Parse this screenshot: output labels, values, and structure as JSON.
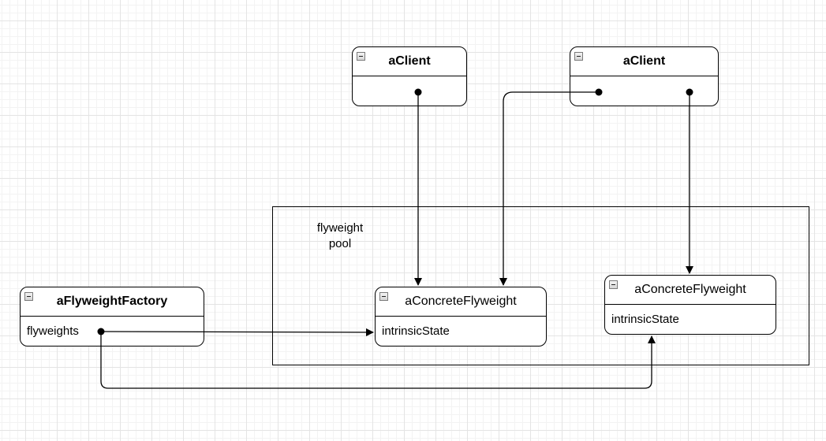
{
  "diagram": {
    "clients": [
      {
        "title": "aClient"
      },
      {
        "title": "aClient"
      }
    ],
    "factory": {
      "title": "aFlyweightFactory",
      "field": "flyweights"
    },
    "flyweights": [
      {
        "title": "aConcreteFlyweight",
        "field": "intrinsicState"
      },
      {
        "title": "aConcreteFlyweight",
        "field": "intrinsicState"
      }
    ],
    "pool": {
      "label": "flyweight\npool"
    },
    "icons": {
      "collapse": "minus-square-icon"
    },
    "colors": {
      "stroke": "#000000",
      "grid": "#e4e4e4"
    }
  }
}
